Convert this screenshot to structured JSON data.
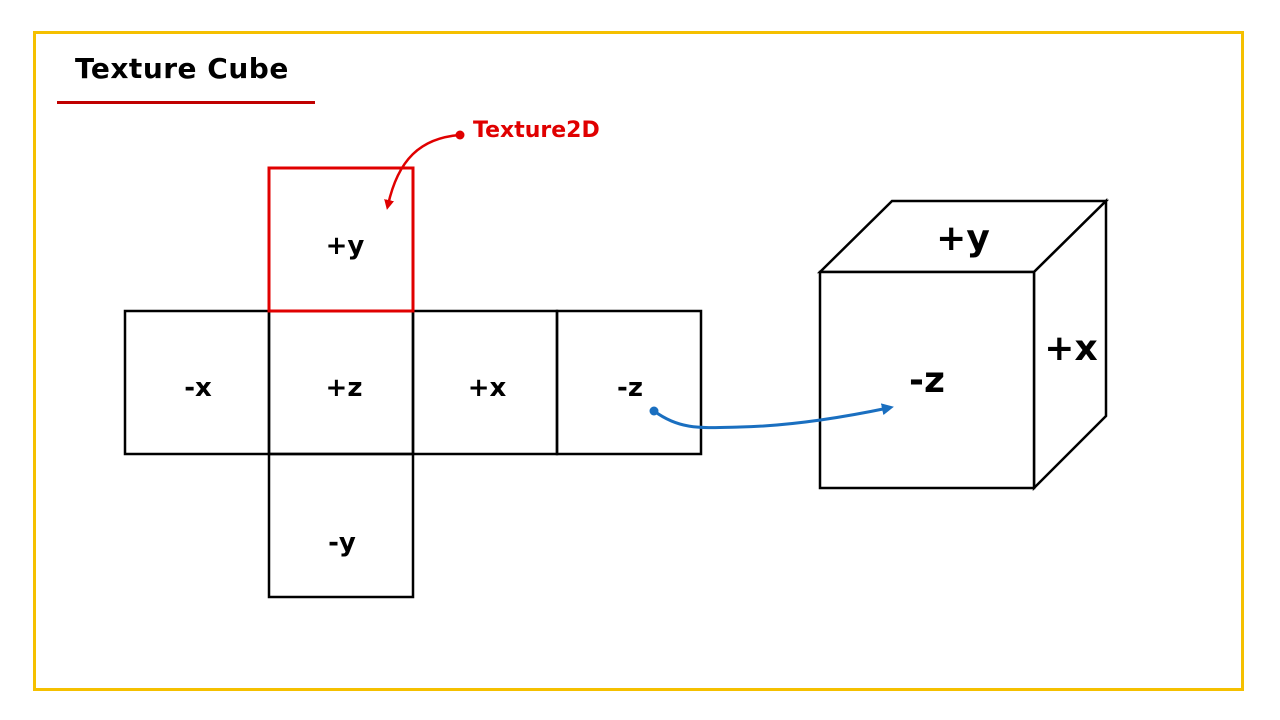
{
  "title": "Texture Cube",
  "colors": {
    "frame": "#f5c000",
    "underline": "#c00000",
    "highlight": "#e00000",
    "arrow": "#1a6fc0"
  },
  "callout": {
    "label": "Texture2D"
  },
  "unfolded_faces": {
    "pos_y": "+y",
    "neg_x": "-x",
    "pos_z": "+z",
    "pos_x": "+x",
    "neg_z": "-z",
    "neg_y": "-y"
  },
  "cube_faces": {
    "top": "+y",
    "front": "-z",
    "side": "+x"
  }
}
